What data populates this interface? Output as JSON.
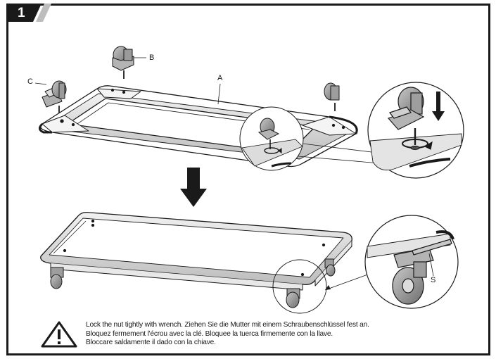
{
  "step": {
    "number": "1"
  },
  "callouts": {
    "a": "A",
    "b": "B",
    "c": "C",
    "s": "S"
  },
  "instructions": {
    "line1": "Lock the nut tightly with wrench. Ziehen Sie die Mutter mit einem Schraubenschlüssel fest an.",
    "line2": "Bloquez fermement l'écrou avec la clé. Bloquee la tuerca firmemente con la llave.",
    "line3": "Bloccare saldamente il dado con la chiave."
  },
  "icons": {
    "warning": "warning-triangle-icon",
    "down_arrow": "down-arrow-icon",
    "rotate": "rotate-arrow-icon"
  },
  "colors": {
    "ink": "#1a1a1a",
    "tab": "#1a1a1a",
    "tab_stripe": "#bdbdbd",
    "frame": "#d8d8d8",
    "caster": "#8a8a8a"
  }
}
